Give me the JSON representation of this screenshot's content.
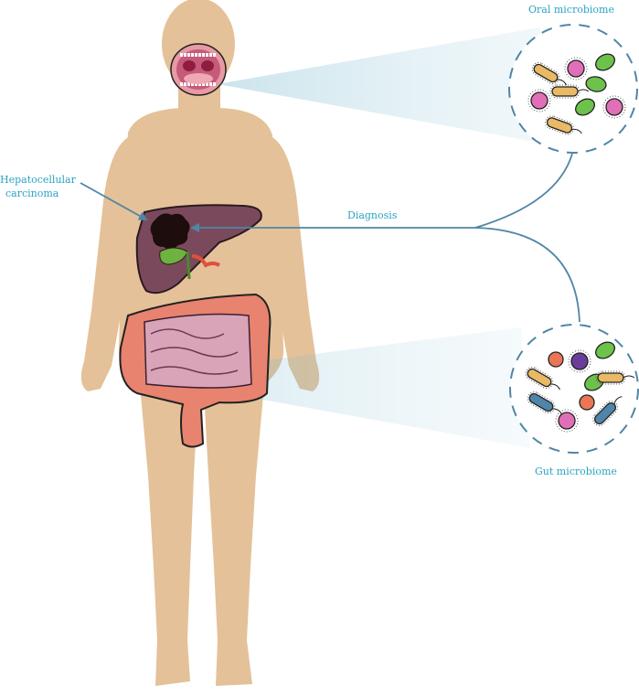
{
  "labels": {
    "oral": "Oral microbiome",
    "gut": "Gut microbiome",
    "hcc_line1": "Hepatocellular",
    "hcc_line2": "carcinoma",
    "diagnosis": "Diagnosis"
  },
  "colors": {
    "skin": "#e4c199",
    "label": "#2aa3c2",
    "arrow": "#4f86a6",
    "liver": "#7a4a5c",
    "tumor": "#1e0d0d",
    "gallbladder": "#6db33f",
    "colon": "#e8836f",
    "small_intestine": "#d9a3b8",
    "bacteria_orange": "#e9b965",
    "bacteria_pink": "#e06fb8",
    "bacteria_green": "#6cc24a",
    "bacteria_red": "#ea7656",
    "bacteria_purple": "#6a3d9a",
    "bacteria_blue": "#4f85a8"
  },
  "oral_microbiome": {
    "organisms": [
      "rod-orange",
      "coccus-pink",
      "oval-green",
      "oval-green",
      "rod-orange",
      "coccus-pink",
      "oval-green",
      "coccus-pink",
      "rod-orange"
    ]
  },
  "gut_microbiome": {
    "organisms": [
      "coccus-red",
      "coccus-purple",
      "oval-green",
      "rod-orange",
      "oval-green",
      "rod-orange",
      "rod-blue",
      "coccus-red",
      "coccus-pink",
      "rod-blue"
    ]
  }
}
